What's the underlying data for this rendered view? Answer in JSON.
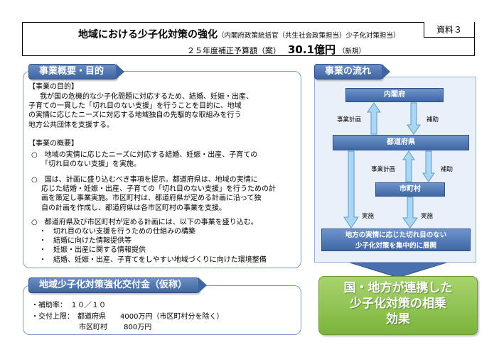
{
  "header": {
    "title": "地域における少子化対策の強化",
    "title_sub": "（内閣府政策統括官（共生社会政策担当）少子化対策担当）",
    "budget_label": "２５年度補正予算額（案）",
    "budget_amount": "30.1億円",
    "budget_note": "（新規）",
    "doc_label": "資料３"
  },
  "overview": {
    "tab": "事業概要・目的",
    "purpose_heading": "【事業の目的】",
    "purpose_lines": [
      "我が国の危機的な少子化問題に対応するため、結婚、妊娠・出産、",
      "子育ての一貫した「切れ目のない支援」を行うことを目的に、地域",
      "の実情に応じたニーズに対応する地域独自の先駆的な取組みを行う",
      "地方公共団体を支援する。"
    ],
    "summary_heading": "【事業の概要】",
    "item1_lines": [
      "○　地域の実情に応じたニーズに対応する結婚、妊娠・出産、子育ての",
      "「切れ目のない支援」を実施。"
    ],
    "item2_lines": [
      "○　国は、計画に盛り込むべき事項を提示。都道府県は、地域の実情に",
      "応じた結婚・妊娠・出産、子育ての「切れ目のない支援」を行うための計",
      "画を策定し事業実施。市区町村は、都道府県が定める計画に沿って独",
      "自の計画を作成し、都道府県は各市区町村の事業を支援。"
    ],
    "item3_lines": [
      "○　都道府県及び市区町村が定める計画には、以下の事業を盛り込む。"
    ],
    "bullets": [
      "・　切れ目のない支援を行うための仕組みの構築",
      "・　結婚に向けた情報提供等",
      "・　妊娠・出産に関する情報提供",
      "・　結婚、妊娠・出産、子育てをしやすい地域づくりに向けた環境整備"
    ]
  },
  "grant": {
    "tab": "地域少子化対策強化交付金（仮称）",
    "rate": "・補助率：　１０／１０",
    "limit_pref": "・交付上限：　都道府県　　4000万円（市区町村分を除く）",
    "limit_muni": "市区町村　　 800万円"
  },
  "flow": {
    "tab": "事業の流れ",
    "cabinet_office": "内閣府",
    "prefecture": "都道府県",
    "municipality": "市町村",
    "plan_label_1": "事業計画",
    "subsidy_label_1": "補助",
    "plan_label_2": "事業計画",
    "subsidy_label_2": "補助",
    "impl_label_1": "実施",
    "impl_label_2": "実施",
    "deploy_lines": [
      "地方の実情に応じた切れ目のない",
      "少子化対策を集中的に展開"
    ],
    "result_lines": [
      "国・地方が連携した",
      "少子化対策の相乗",
      "効果"
    ]
  },
  "colors": {
    "node_blue": "#4a70ad",
    "arrow_blue": "#a9d6f2",
    "result_green": "#8cc04a"
  }
}
